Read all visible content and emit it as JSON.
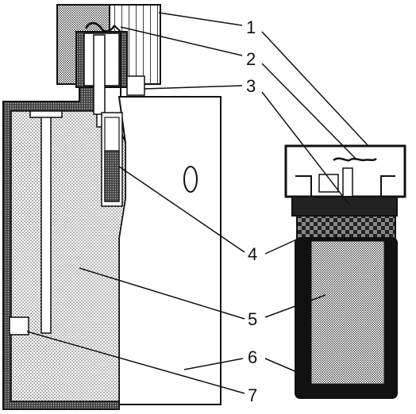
{
  "callouts": [
    {
      "id": "c1",
      "text": "1"
    },
    {
      "id": "c2",
      "text": "2"
    },
    {
      "id": "c3",
      "text": "3"
    },
    {
      "id": "c4",
      "text": "4"
    },
    {
      "id": "c5",
      "text": "5"
    },
    {
      "id": "c6",
      "text": "6"
    },
    {
      "id": "c7",
      "text": "7"
    }
  ],
  "colors": {
    "ink": "#111111",
    "paper": "#ffffff",
    "stipple": "#777777"
  }
}
